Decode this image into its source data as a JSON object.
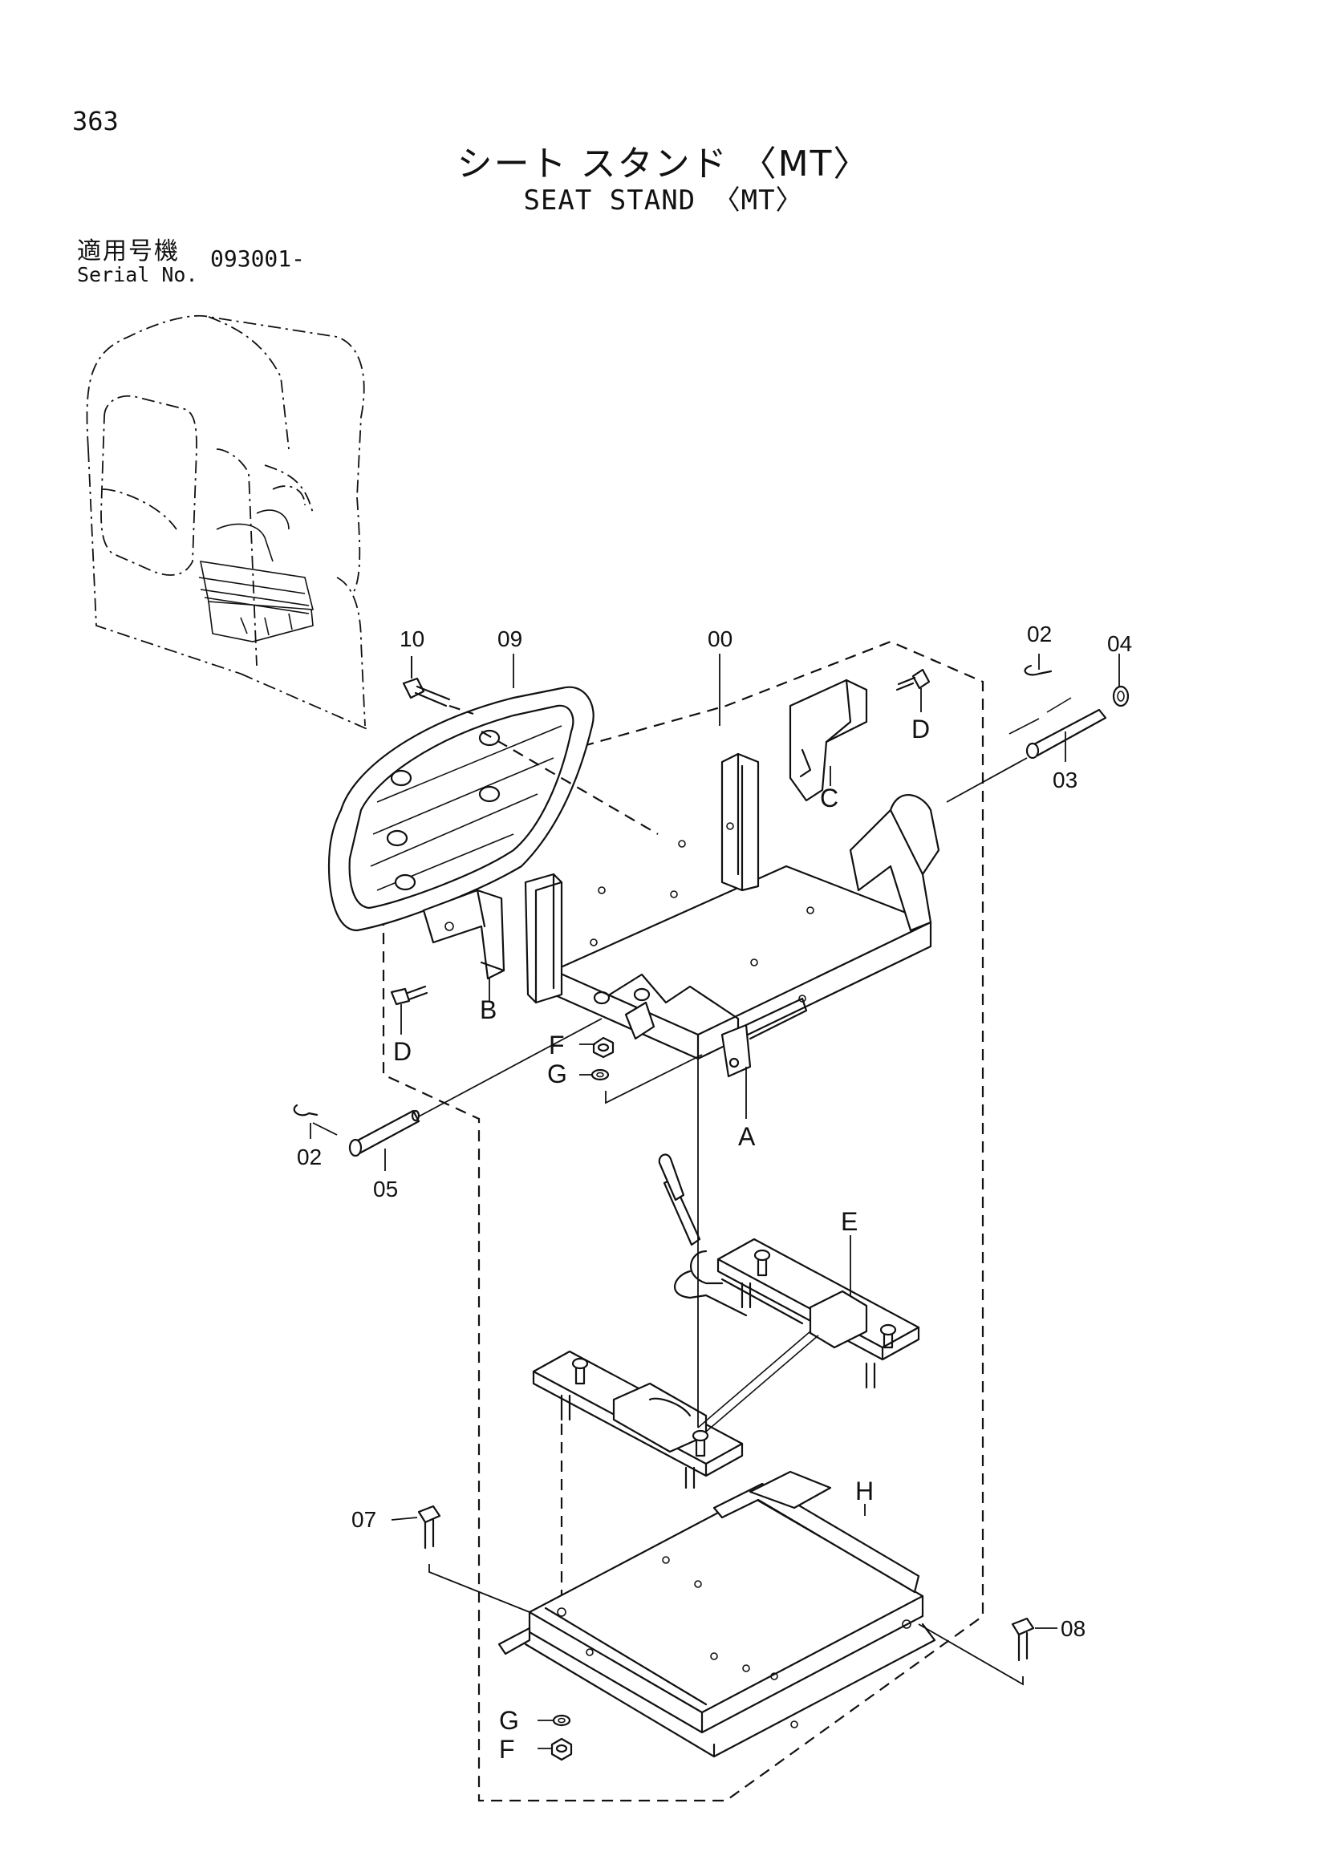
{
  "page": {
    "number": "363",
    "title_jp": "シート スタンド 〈MT〉",
    "title_en": "SEAT STAND 〈MT〉"
  },
  "serial": {
    "label_jp": "適用号機",
    "label_en": "Serial No.",
    "value": "093001-"
  },
  "callouts": {
    "c00": "00",
    "c02a": "02",
    "c02b": "02",
    "c03": "03",
    "c04": "04",
    "c05": "05",
    "c07": "07",
    "c08": "08",
    "c09": "09",
    "c10": "10",
    "cA": "A",
    "cB": "B",
    "cC": "C",
    "cD1": "D",
    "cD2": "D",
    "cE": "E",
    "cF1": "F",
    "cF2": "F",
    "cG1": "G",
    "cG2": "G",
    "cH": "H"
  }
}
